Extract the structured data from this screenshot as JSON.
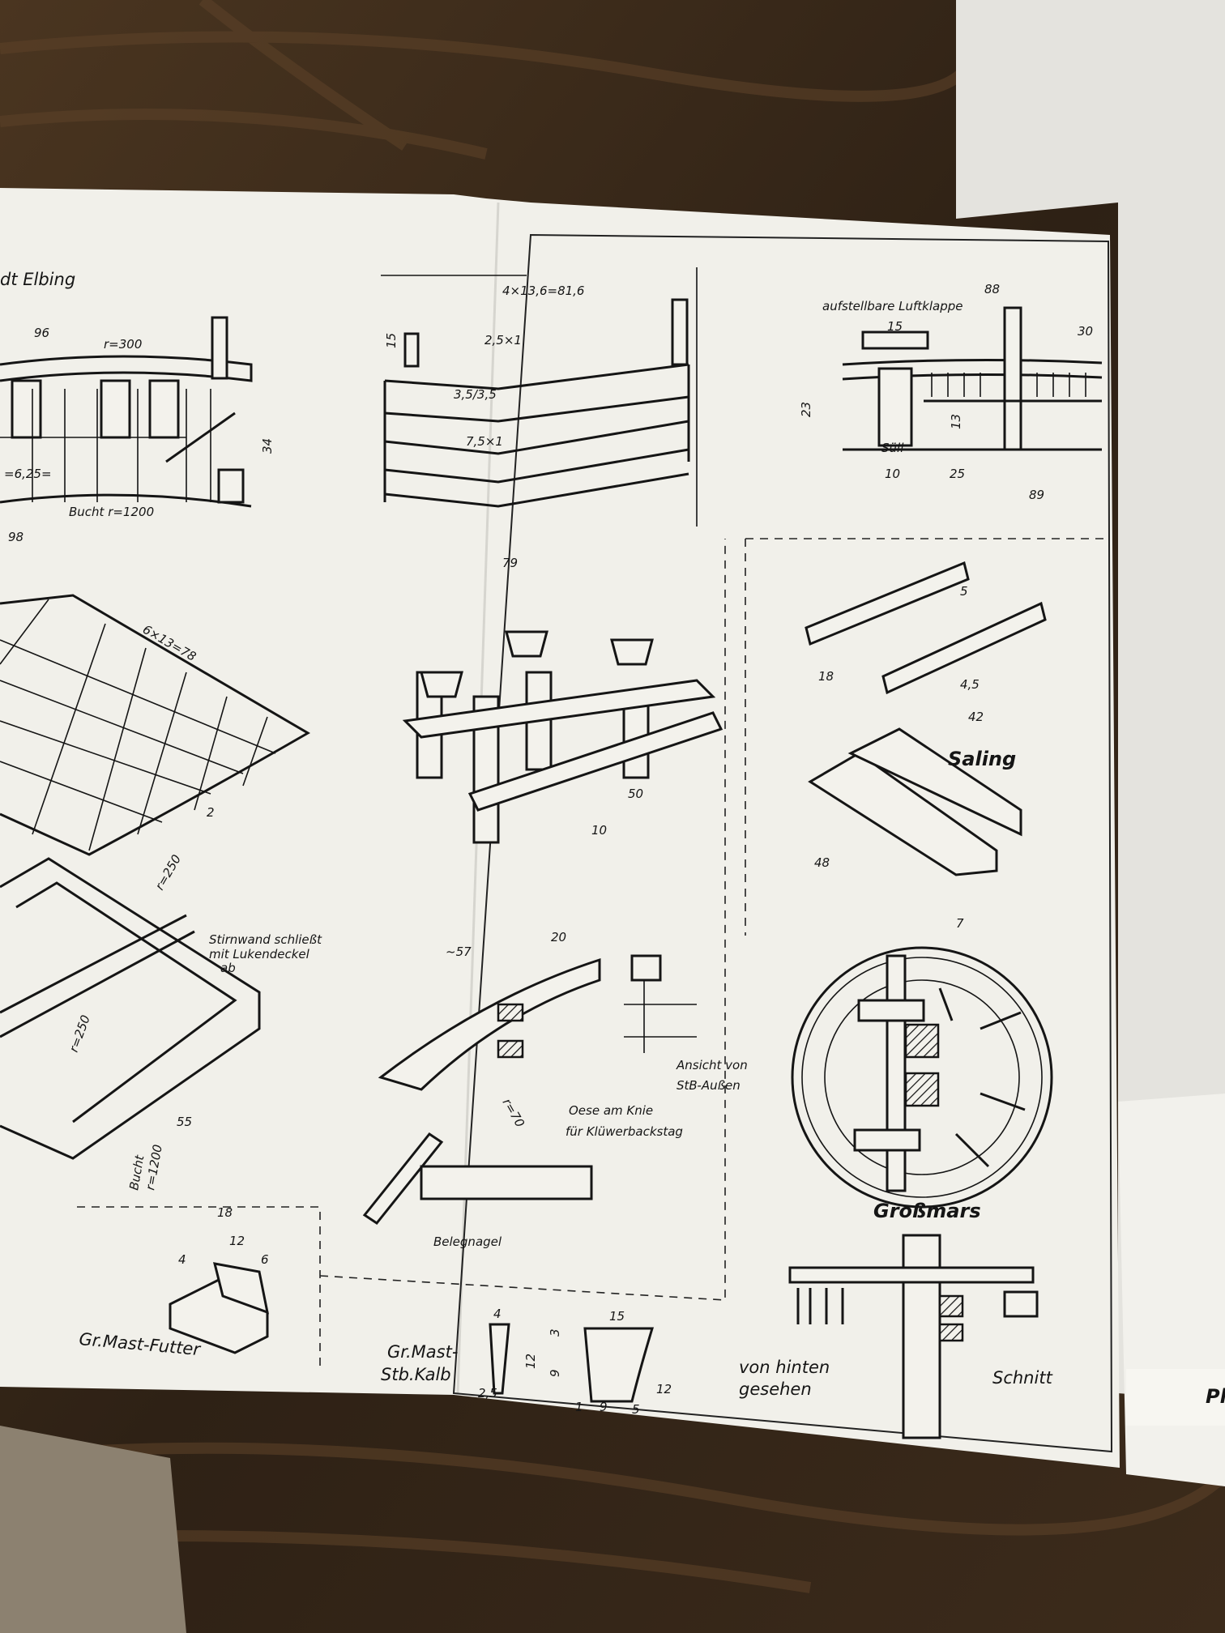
{
  "colors": {
    "wood": "#3a2a1c",
    "paper": "#f1f0ea",
    "ink": "#151515",
    "side_sheet": "#ecebe6"
  },
  "title_fragment": "dt Elbing",
  "labels": {
    "luftklappe": "aufstellbare Luftklappe",
    "stirnwand_1": "Stirnwand schließt",
    "stirnwand_2": "mit Lukendeckel",
    "stirnwand_3": "ab",
    "saling": "Saling",
    "ansicht_1": "Ansicht von",
    "ansicht_2": "StB-Außen",
    "oese_1": "Oese am Knie",
    "oese_2": "für Klüwerbackstag",
    "belegnagel": "Belegnagel",
    "grossmars": "Großmars",
    "futter": "Gr.Mast-Futter",
    "kalb_1": "Gr.Mast-",
    "kalb_2": "Stb.Kalb",
    "hinten_1": "von hinten",
    "hinten_2": "gesehen",
    "schnitt": "Schnitt",
    "side_sheet": "Pl"
  },
  "dims": {
    "d96": "96",
    "r300": "r=300",
    "d34": "34",
    "d625": "=6,25=",
    "bucht1200": "Bucht r=1200",
    "d98": "98",
    "d816": "4×13,6=81,6",
    "d15": "15",
    "d25x1": "2,5×1",
    "d35": "3,5/3,5",
    "d75x1": "7,5×1",
    "d79": "79",
    "d88": "88",
    "d30": "30",
    "d23": "23",
    "d13": "13",
    "sull": "Süll",
    "d10": "10",
    "d25": "25",
    "d89": "89",
    "d6x13": "6×13=78",
    "d2": "2",
    "r250": "r=250",
    "d55": "55",
    "r1200": "r=1200",
    "bucht": "Bucht",
    "d50": "50",
    "d10b": "10",
    "d5": "5",
    "d18": "18",
    "d42": "42",
    "d45": "4,5",
    "d48": "48",
    "d7": "7",
    "d57": "~57",
    "d20": "20",
    "r70": "r=70",
    "f18": "18",
    "f12": "12",
    "f6": "6",
    "f4": "4",
    "k4": "4",
    "k12": "12",
    "k3": "3",
    "k9": "9",
    "k25": "2,5",
    "k15": "15",
    "k1": "1",
    "k9b": "9",
    "k5": "5",
    "k12b": "12"
  }
}
